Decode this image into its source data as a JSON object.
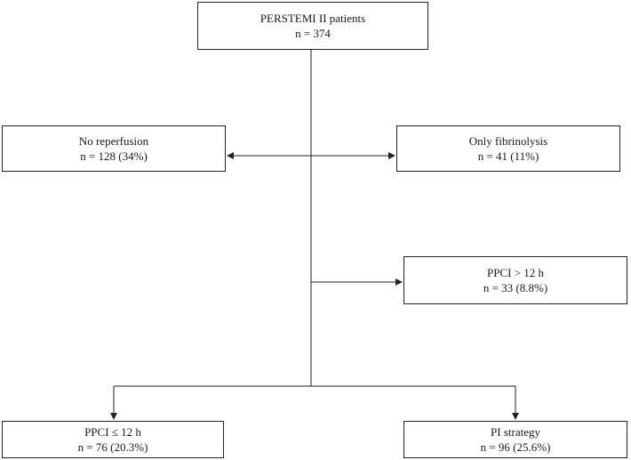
{
  "flowchart": {
    "root": {
      "title": "PERSTEMI II patients",
      "count": "n = 374"
    },
    "no_reperfusion": {
      "title": "No reperfusion",
      "count": "n = 128 (34%)"
    },
    "only_fibrinolysis": {
      "title": "Only fibrinolysis",
      "count": "n = 41 (11%)"
    },
    "ppci_late": {
      "title": "PPCI > 12 h",
      "count": "n = 33 (8.8%)"
    },
    "ppci_early": {
      "title": "PPCI ≤ 12 h",
      "count": "n = 76 (20.3%)"
    },
    "pi_strategy": {
      "title": "PI strategy",
      "count": "n = 96 (25.6%)"
    }
  },
  "colors": {
    "line": "#222222",
    "box_border": "#222222",
    "text": "#1a1a1a"
  }
}
